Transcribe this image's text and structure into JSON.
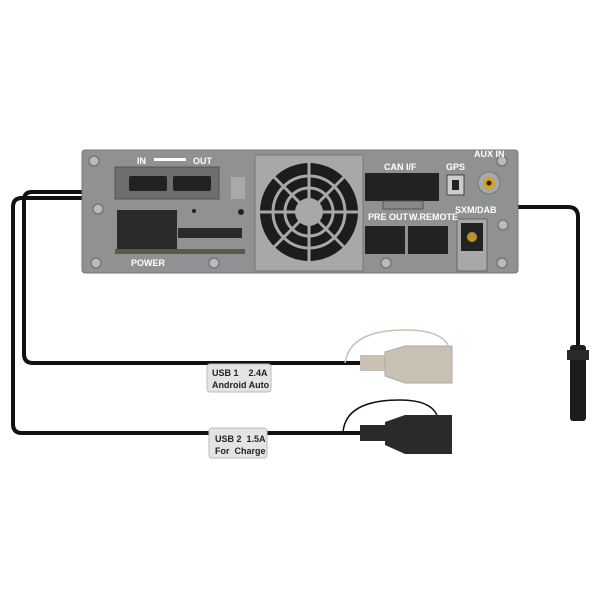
{
  "panel": {
    "hdmi_in": "IN",
    "hdmi_out": "OUT",
    "power": "POWER",
    "can_if": "CAN I/F",
    "gps": "GPS",
    "aux_in": "AUX IN",
    "sxm_dab": "SXM/DAB",
    "pre_out": "PRE OUT",
    "w_remote": "W.REMOTE"
  },
  "cables": {
    "usb1_line1": "USB 1    2.4A",
    "usb1_line2": "Android Auto",
    "usb2_line1": "USB 2  1.5A",
    "usb2_line2": "For  Charge"
  },
  "colors": {
    "panel": "#8f9193",
    "usb1": "#c9c1b2",
    "usb2": "#2a2a2a",
    "cable": "#111111"
  }
}
